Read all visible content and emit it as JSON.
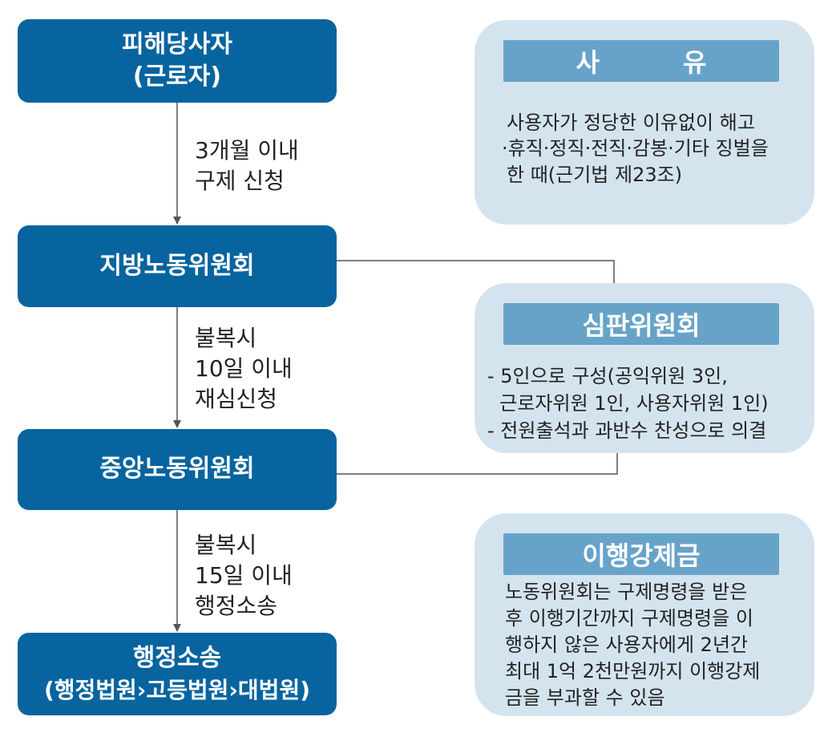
{
  "nodes": [
    {
      "lines": [
        "피해당사자",
        "(근로자)"
      ]
    },
    {
      "lines": [
        "지방노동위원회"
      ]
    },
    {
      "lines": [
        "중앙노동위원회"
      ]
    },
    {
      "lines": [
        "행정소송",
        "(행정법원›고등법원›대법원)"
      ]
    }
  ],
  "steps": [
    {
      "lines": [
        "3개월 이내",
        "구제 신청"
      ]
    },
    {
      "lines": [
        "불복시",
        "10일 이내",
        "재심신청"
      ]
    },
    {
      "lines": [
        "불복시",
        "15일 이내",
        "행정소송"
      ]
    }
  ],
  "panels": {
    "reason": {
      "title_a": "사",
      "title_b": "유",
      "lines": [
        "사용자가 정당한 이유없이 해고",
        "·휴직·정직·전직·감봉·기타 징벌을",
        "한 때(근기법 제23조)"
      ]
    },
    "committee": {
      "title": "심판위원회",
      "lines": [
        "- 5인으로 구성(공익위원 3인,",
        "  근로자위원 1인, 사용자위원 1인)",
        "- 전원출석과 과반수 찬성으로 의결"
      ]
    },
    "penalty": {
      "title": "이행강제금",
      "lines": [
        "노동위원회는 구제명령을 받은",
        "후 이행기간까지 구제명령을 이",
        "행하지 않은 사용자에게 2년간",
        "최대 1억 2천만원까지 이행강제",
        "금을 부과할 수 있음"
      ]
    }
  },
  "colors": {
    "node_fill": "#07649f",
    "panel_fill": "#d4e4ef",
    "panel_title_fill": "#67a3c9",
    "arrow": "#555555"
  }
}
